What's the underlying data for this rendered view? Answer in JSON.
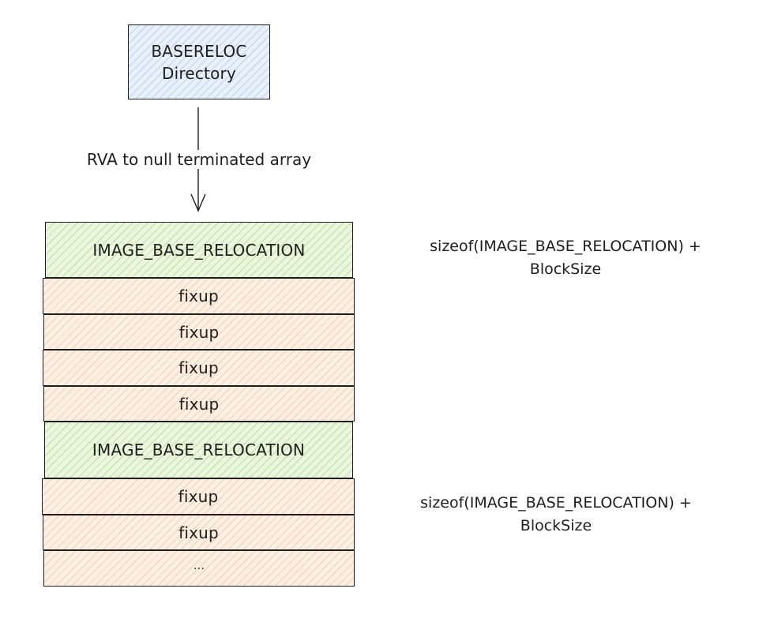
{
  "diagram": {
    "directory_node": {
      "line1": "BASERELOC",
      "line2": "Directory"
    },
    "edge_label": "RVA to null terminated array",
    "blocks": [
      {
        "header": "IMAGE_BASE_RELOCATION",
        "fixups": [
          "fixup",
          "fixup",
          "fixup",
          "fixup"
        ],
        "annotation_line1": "sizeof(IMAGE_BASE_RELOCATION) +",
        "annotation_line2": "BlockSize"
      },
      {
        "header": "IMAGE_BASE_RELOCATION",
        "fixups": [
          "fixup",
          "fixup"
        ],
        "annotation_line1": "sizeof(IMAGE_BASE_RELOCATION) +",
        "annotation_line2": "BlockSize"
      }
    ],
    "continuation": "...",
    "colors": {
      "directory_fill": "#e8f1fb",
      "header_fill": "#eaf6dd",
      "fixup_fill": "#fcefe3",
      "stroke": "#1e1e1e"
    }
  }
}
